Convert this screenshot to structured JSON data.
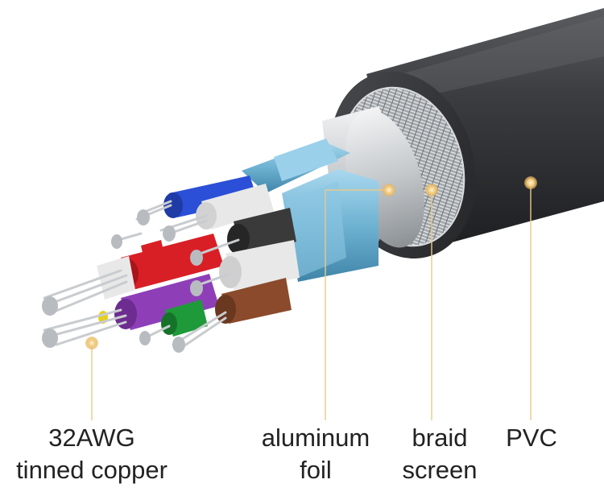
{
  "labels": {
    "copper": {
      "line1": "32AWG",
      "line2": "tinned copper"
    },
    "foil": {
      "line1": "aluminum",
      "line2": "foil"
    },
    "braid": {
      "line1": "braid",
      "line2": "screen"
    },
    "pvc": {
      "line1": "PVC"
    }
  },
  "colors": {
    "jacket": "#3a3b3e",
    "foil": "#6fb2d2",
    "braid": "#bfc3c6",
    "copper_strand": "#c9cccf",
    "marker": "#f0c97a",
    "leader_line": "#e9c98a",
    "wire_colors": [
      "#2b4fd6",
      "#d81f26",
      "#8e3fb8",
      "#1f9a3a",
      "#8b4a2b",
      "#e8e8e8",
      "#3a3a3a",
      "#e7d01c"
    ]
  }
}
